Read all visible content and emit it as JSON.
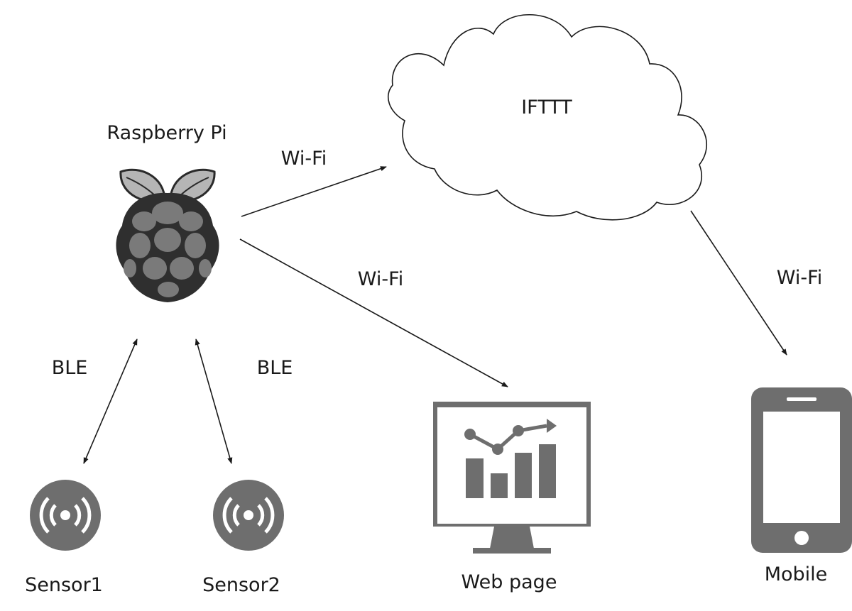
{
  "nodes": {
    "raspberry_pi": {
      "label": "Raspberry Pi",
      "icon": "raspberry-pi-logo-icon"
    },
    "ifttt": {
      "label": "IFTTT",
      "icon": "cloud-icon"
    },
    "web_page": {
      "label": "Web page",
      "icon": "monitor-chart-icon"
    },
    "mobile": {
      "label": "Mobile",
      "icon": "smartphone-icon"
    },
    "sensor1": {
      "label": "Sensor1",
      "icon": "wireless-sensor-icon"
    },
    "sensor2": {
      "label": "Sensor2",
      "icon": "wireless-sensor-icon"
    }
  },
  "edges": [
    {
      "from": "raspberry_pi",
      "to": "ifttt",
      "label": "Wi-Fi",
      "direction": "one-way"
    },
    {
      "from": "raspberry_pi",
      "to": "web_page",
      "label": "Wi-Fi",
      "direction": "one-way"
    },
    {
      "from": "ifttt",
      "to": "mobile",
      "label": "Wi-Fi",
      "direction": "one-way"
    },
    {
      "from": "raspberry_pi",
      "to": "sensor1",
      "label": "BLE",
      "direction": "two-way"
    },
    {
      "from": "raspberry_pi",
      "to": "sensor2",
      "label": "BLE",
      "direction": "two-way"
    }
  ],
  "colors": {
    "ink": "#1a1a1a",
    "icon_gray": "#6e6e6e",
    "leaf_gray": "#b5b5b5",
    "raspberry_dark": "#2f2f2f",
    "raspberry_light": "#7a7a7a"
  }
}
